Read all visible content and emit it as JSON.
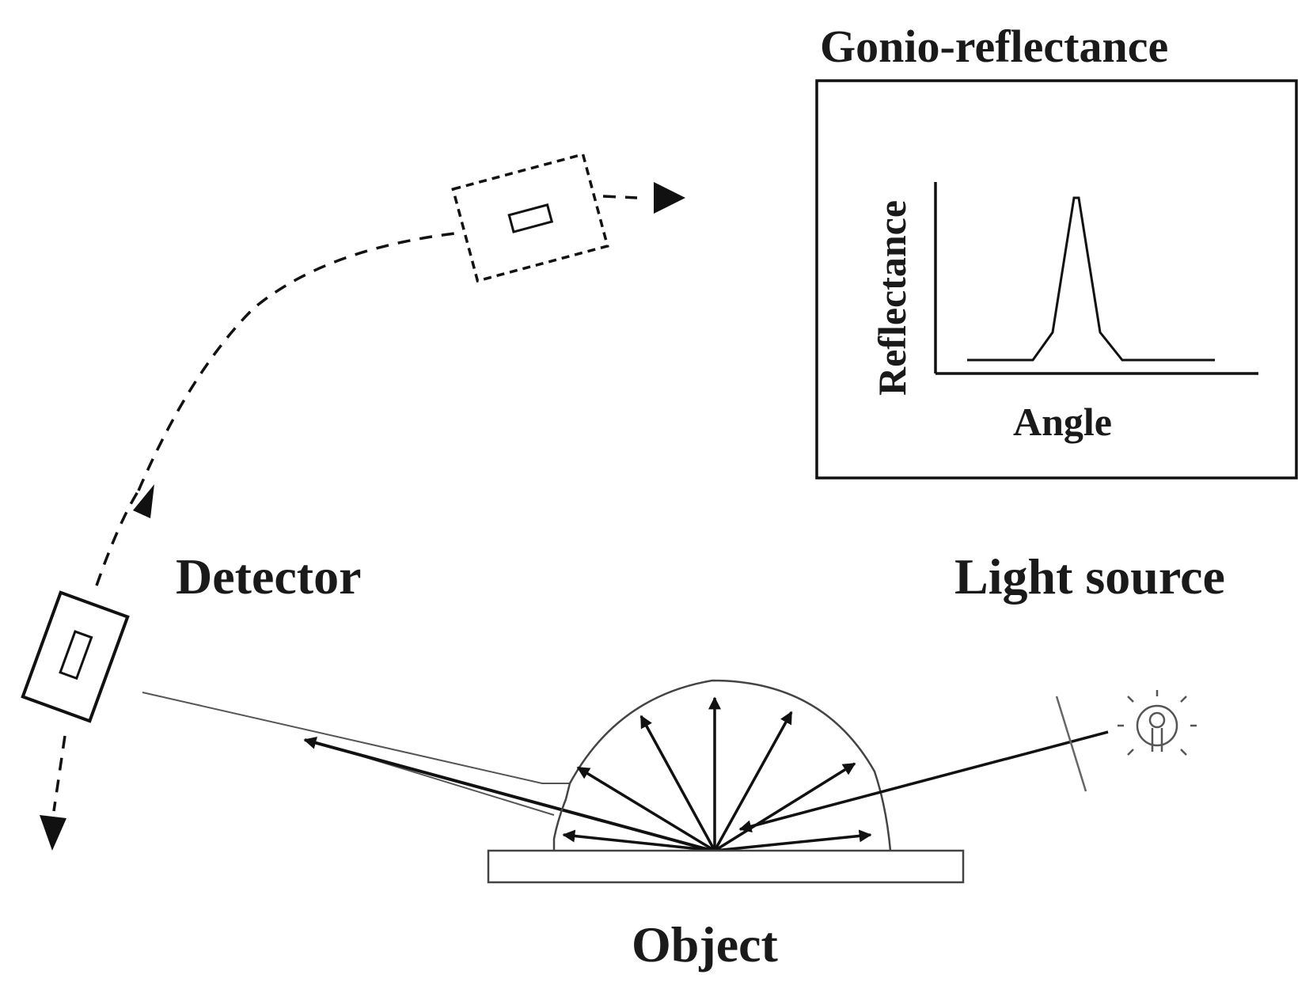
{
  "labels": {
    "detector": "Detector",
    "light_source": "Light source",
    "object": "Object"
  },
  "inset": {
    "title": "Gonio-reflectance",
    "y_label": "Reflectance",
    "x_label": "Angle"
  },
  "colors": {
    "stroke": "#111111",
    "background": "#ffffff"
  }
}
